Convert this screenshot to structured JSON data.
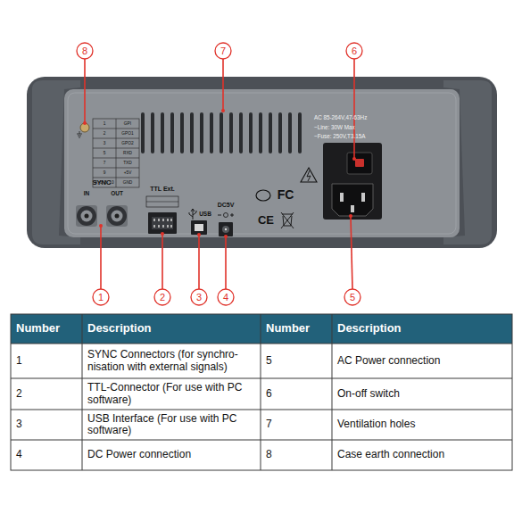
{
  "diagram": {
    "labels": [
      "8",
      "7",
      "6",
      "1",
      "GPI",
      "2",
      "GPO1",
      "3",
      "GPO2",
      "5",
      "RXD",
      "7",
      "TXD",
      "9",
      "+5V",
      "4, 6, 8, 10",
      "GND",
      "AC 85-264V,47-63Hz",
      "~Line: 30W Max",
      "~Fuse: 250V,T3.15A",
      "SYNC",
      "IN",
      "OUT",
      "TTL Ext.",
      "USB",
      "DC5V",
      "FC",
      "CE",
      "1",
      "2",
      "3",
      "4",
      "5",
      "Number",
      "Description",
      "Number",
      "Description",
      "1",
      "SYNC Connectors (for synchro- nisation with external signals)",
      "5",
      "AC Power connection",
      "2",
      "TTL-Connector (For use with PC software)",
      "6",
      "On-off switch",
      "3",
      "USB Interface (For use with PC software)",
      "7",
      "Ventilation holes",
      "4",
      "DC Power connection",
      "8",
      "Case earth connection"
    ]
  }
}
